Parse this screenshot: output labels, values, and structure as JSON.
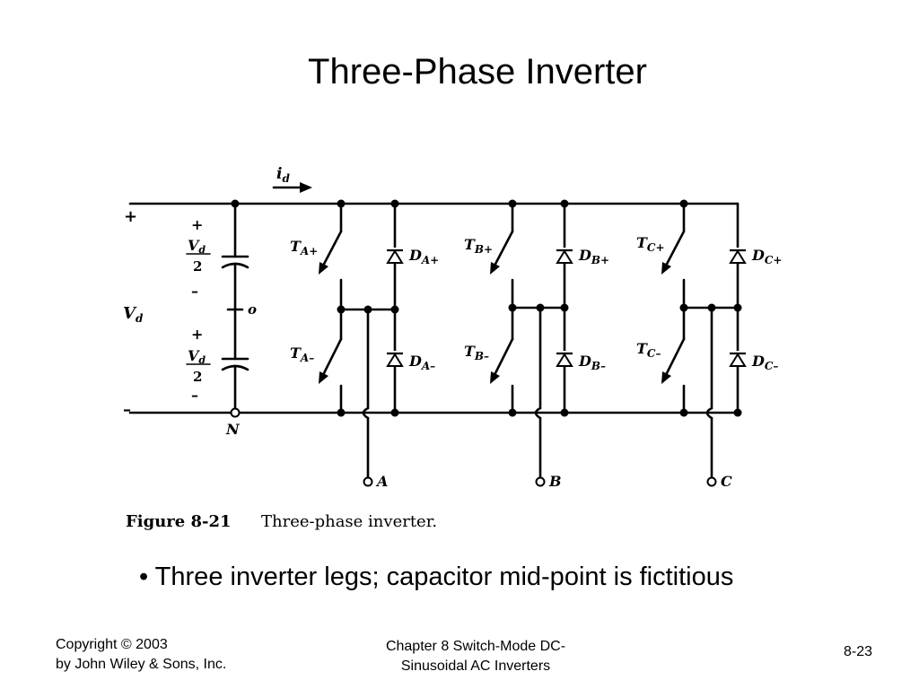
{
  "slide": {
    "title": "Three-Phase Inverter",
    "bullet": "• Three inverter legs; capacitor mid-point is fictitious",
    "footer": {
      "copyright_line1": "Copyright © 2003",
      "copyright_line2": "by John Wiley & Sons, Inc.",
      "chapter_line1": "Chapter 8 Switch-Mode DC-",
      "chapter_line2": "Sinusoidal AC Inverters",
      "page_number": "8-23"
    }
  },
  "figure": {
    "caption_number": "Figure 8-21",
    "caption_text": "Three-phase inverter.",
    "labels": {
      "current": "i",
      "current_sub": "d",
      "plus": "+",
      "minus": "–",
      "vd": "V",
      "vd_sub": "d",
      "half_num": "V",
      "half_num_sub": "d",
      "half_den": "2",
      "midpoint": "o",
      "neutral": "N",
      "switches": {
        "ta_plus": "T",
        "ta_plus_sub": "A+",
        "ta_minus": "T",
        "ta_minus_sub": "A–",
        "tb_plus": "T",
        "tb_plus_sub": "B+",
        "tb_minus": "T",
        "tb_minus_sub": "B–",
        "tc_plus": "T",
        "tc_plus_sub": "C+",
        "tc_minus": "T",
        "tc_minus_sub": "C–"
      },
      "diodes": {
        "da_plus": "D",
        "da_plus_sub": "A+",
        "da_minus": "D",
        "da_minus_sub": "A–",
        "db_plus": "D",
        "db_plus_sub": "B+",
        "db_minus": "D",
        "db_minus_sub": "B–",
        "dc_plus": "D",
        "dc_plus_sub": "C+",
        "dc_minus": "D",
        "dc_minus_sub": "C–"
      },
      "outputs": {
        "a": "A",
        "b": "B",
        "c": "C"
      }
    }
  }
}
